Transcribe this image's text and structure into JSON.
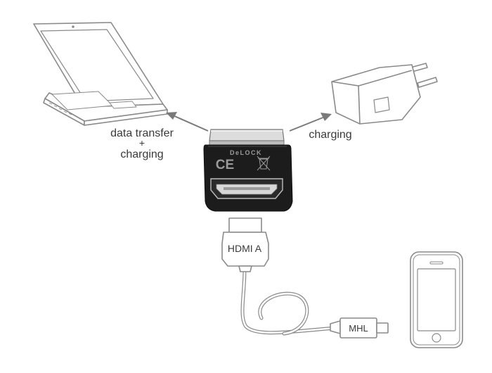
{
  "labels": {
    "laptop_line1": "data transfer",
    "laptop_line2": "+",
    "laptop_line3": "charging",
    "charger": "charging",
    "hdmi": "HDMI A",
    "mhl": "MHL"
  },
  "adapter": {
    "brand": "DeLOCK",
    "ce_mark": "CE"
  },
  "colors": {
    "outline": "#8a8a8a",
    "arrow": "#7a7a7a",
    "adapter_body": "#1c1c1c",
    "usb_metal": "#d9d9d9"
  }
}
